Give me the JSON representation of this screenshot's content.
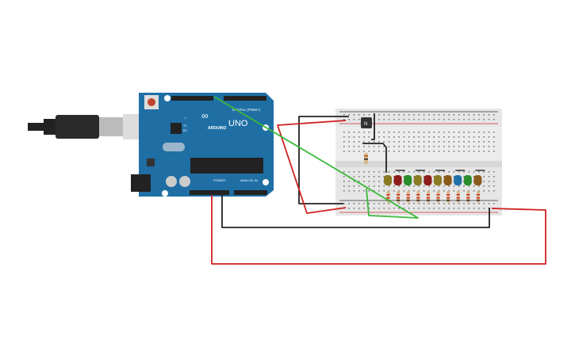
{
  "arduino": {
    "brand": "ARDUINO",
    "model": "UNO",
    "digital_label": "DIGITAL (PWM~)",
    "power_label": "POWER",
    "analog_label": "ANALOG IN",
    "led_l": "L",
    "led_tx": "TX",
    "led_rx": "RX"
  },
  "leds": [
    {
      "color": "#8a7a22"
    },
    {
      "color": "#8e1c1c"
    },
    {
      "color": "#2a8c2a"
    },
    {
      "color": "#8a7a22"
    },
    {
      "color": "#8e1c1c"
    },
    {
      "color": "#8a7a22"
    },
    {
      "color": "#8a5a1a"
    },
    {
      "color": "#1f6fa8"
    },
    {
      "color": "#2a8c2a"
    },
    {
      "color": "#8a5a1a"
    }
  ],
  "colors": {
    "board": "#1f6fa5",
    "wire_red": "#d02020",
    "wire_black": "#222222",
    "wire_green": "#3cb83c",
    "breadboard": "#e6e6e6"
  }
}
